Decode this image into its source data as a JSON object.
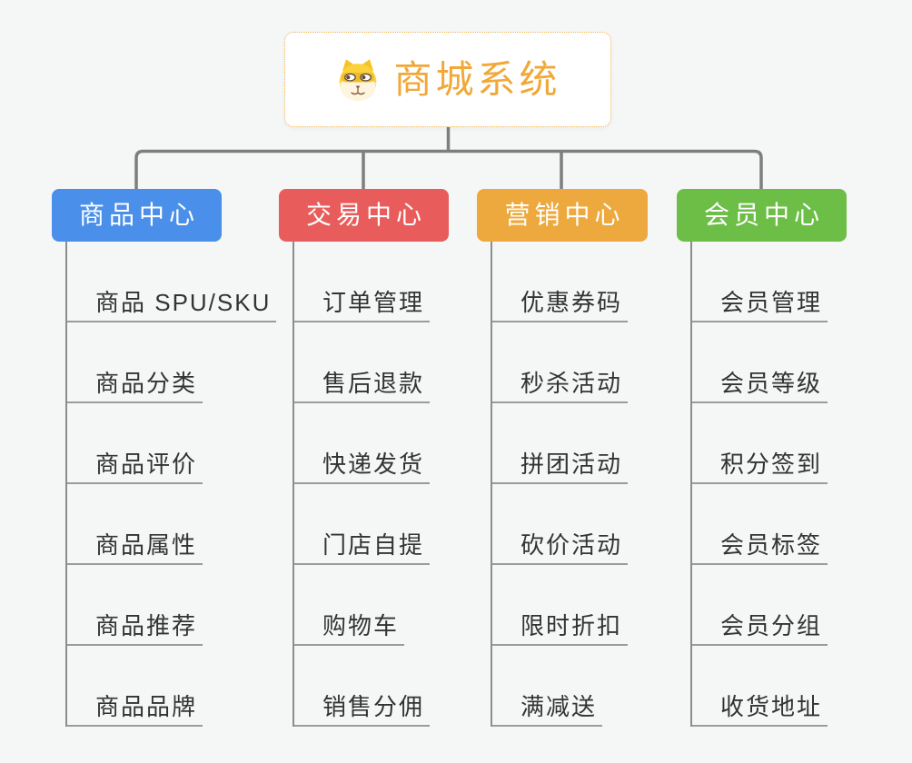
{
  "root": {
    "title": "商城系统",
    "icon": "dog-face-icon"
  },
  "branches": [
    {
      "label": "商品中心",
      "color": "#4a8fe9",
      "children": [
        "商品 SPU/SKU",
        "商品分类",
        "商品评价",
        "商品属性",
        "商品推荐",
        "商品品牌"
      ]
    },
    {
      "label": "交易中心",
      "color": "#e85d5b",
      "children": [
        "订单管理",
        "售后退款",
        "快递发货",
        "门店自提",
        "购物车",
        "销售分佣"
      ]
    },
    {
      "label": "营销中心",
      "color": "#eda93d",
      "children": [
        "优惠券码",
        "秒杀活动",
        "拼团活动",
        "砍价活动",
        "限时折扣",
        "满减送"
      ]
    },
    {
      "label": "会员中心",
      "color": "#6cbe46",
      "children": [
        "会员管理",
        "会员等级",
        "积分签到",
        "会员标签",
        "会员分组",
        "收货地址"
      ]
    }
  ],
  "colors": {
    "background": "#f5f6f6",
    "connector": "#7e7e7e",
    "child_line": "#9b9b9b",
    "spine": "#8d8d8d",
    "root_text": "#f0a838",
    "root_border": "#f2b04a",
    "branch_text": "#ffffff",
    "child_text": "#333333"
  }
}
